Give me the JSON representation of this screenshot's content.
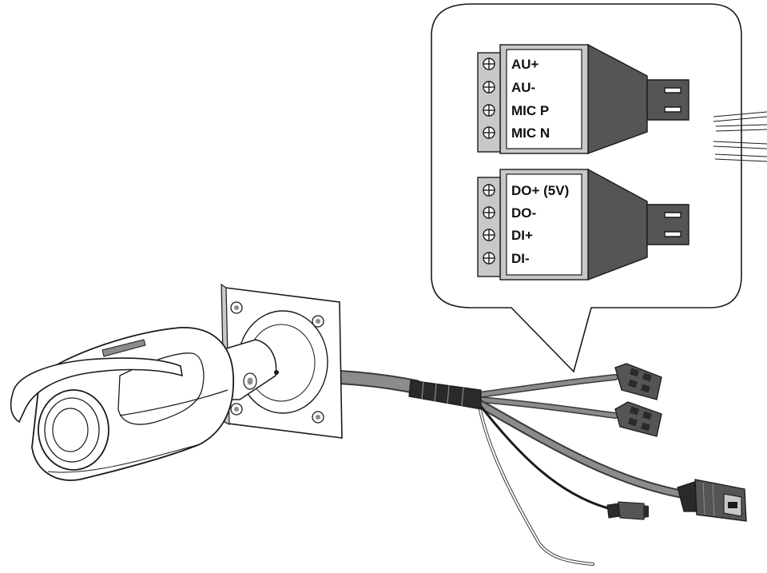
{
  "colors": {
    "line": "#1a1a1a",
    "terminal_block": "#c8c8c8",
    "cable": "#8c8c8c",
    "cable_edge": "#3a3a3a",
    "connector": "#555555",
    "background": "#ffffff"
  },
  "terminal_blocks": {
    "audio": {
      "pins": [
        {
          "label": "AU+"
        },
        {
          "label": "AU-"
        },
        {
          "label": "MIC P"
        },
        {
          "label": "MIC N"
        }
      ]
    },
    "io": {
      "pins": [
        {
          "label": "DO+ (5V)"
        },
        {
          "label": "DO-"
        },
        {
          "label": "DI+"
        },
        {
          "label": "DI-"
        }
      ]
    }
  },
  "icons": [
    "screw-terminal-icon",
    "camera-icon",
    "rj45-connector-icon",
    "dc-power-plug-icon"
  ]
}
